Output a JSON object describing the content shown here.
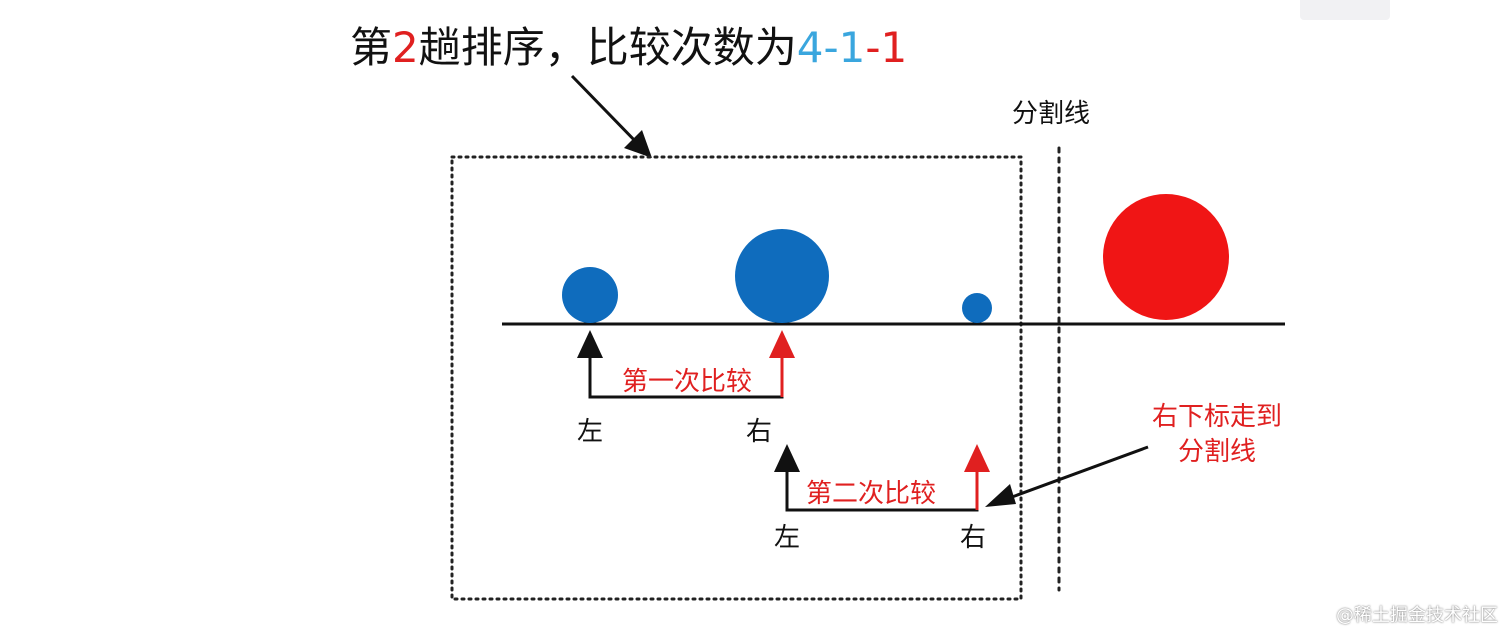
{
  "title": {
    "prefix": "第",
    "round": "2",
    "middle": "趟排序，比较次数为",
    "count_a": "4",
    "dash_a": "-",
    "count_b": "1",
    "dash_b": "-",
    "count_c": "1"
  },
  "divider_label": "分割线",
  "compare1": {
    "label": "第一次比较",
    "left": "左",
    "right": "右"
  },
  "compare2": {
    "label": "第二次比较",
    "left": "左",
    "right": "右"
  },
  "note": {
    "line1": "右下标走到",
    "line2": "分割线"
  },
  "watermark": "@稀土掘金技术社区",
  "colors": {
    "blue_ball": "#0f6cbd",
    "red_ball": "#f01515",
    "red_text": "#e02020",
    "cyan_text": "#3aa6de",
    "black": "#111111"
  },
  "icons": [
    "dotted-selection-box",
    "dotted-divider-line",
    "baseline",
    "up-arrow",
    "pointer-arrow"
  ]
}
